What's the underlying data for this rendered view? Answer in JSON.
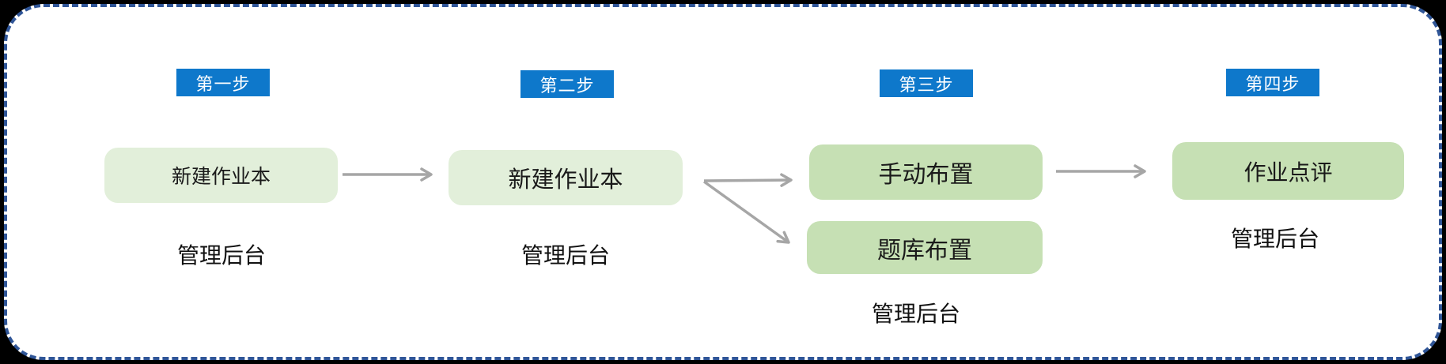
{
  "diagram": {
    "type": "flowchart",
    "steps": [
      {
        "badge": "第一步",
        "boxes": [
          "新建作业本"
        ],
        "label": "管理后台"
      },
      {
        "badge": "第二步",
        "boxes": [
          "新建作业本"
        ],
        "label": "管理后台"
      },
      {
        "badge": "第三步",
        "boxes": [
          "手动布置",
          "题库布置"
        ],
        "label": "管理后台"
      },
      {
        "badge": "第四步",
        "boxes": [
          "作业点评"
        ],
        "label": "管理后台"
      }
    ],
    "arrows": [
      {
        "from": "新建作业本(第一步)",
        "to": "新建作业本(第二步)"
      },
      {
        "from": "新建作业本(第二步)",
        "to": "手动布置"
      },
      {
        "from": "新建作业本(第二步)",
        "to": "题库布置"
      },
      {
        "from": "手动布置",
        "to": "作业点评"
      }
    ],
    "colors": {
      "badge_blue": "#0e78cb",
      "box_light_green": "#e2efda",
      "box_green": "#c6e0b4",
      "arrow_gray": "#a6a6a6",
      "border_blue": "#2f5597"
    }
  }
}
